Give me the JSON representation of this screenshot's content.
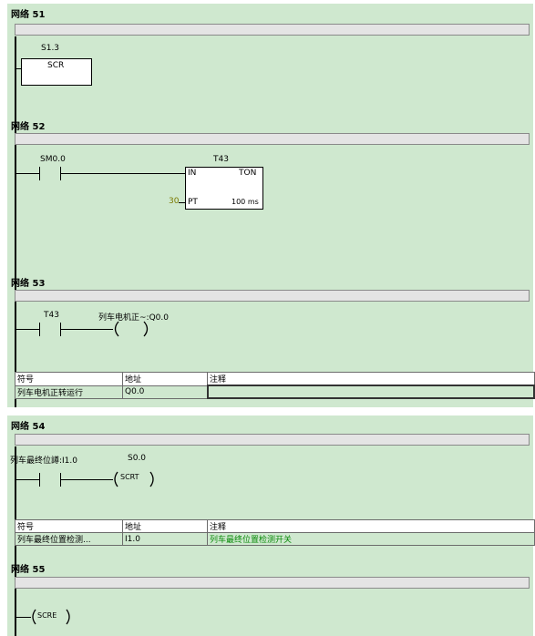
{
  "networks": [
    {
      "title": "网络 51",
      "elements": {
        "scr_addr": "S1.3",
        "scr_label": "SCR"
      }
    },
    {
      "title": "网络 52",
      "elements": {
        "contact": "SM0.0",
        "timer": "T43",
        "in_pin": "IN",
        "type": "TON",
        "pt_pin": "PT",
        "pt_value": "30",
        "res": "100 ms"
      }
    },
    {
      "title": "网络 53",
      "elements": {
        "contact": "T43",
        "coil": "列车电机正~:Q0.0"
      },
      "symbol_table": {
        "headers": [
          "符号",
          "地址",
          "注释"
        ],
        "rows": [
          {
            "symbol": "列车电机正转运行",
            "address": "Q0.0",
            "comment": ""
          }
        ]
      }
    },
    {
      "title": "网络 54",
      "elements": {
        "contact": "列车最终位譐:I1.0",
        "coil": "S0.0",
        "coil_label": "SCRT"
      },
      "symbol_table": {
        "headers": [
          "符号",
          "地址",
          "注释"
        ],
        "rows": [
          {
            "symbol": "列车最终位置检测...",
            "address": "I1.0",
            "comment": "列车最终位置检测开关"
          }
        ]
      }
    },
    {
      "title": "网络 55",
      "elements": {
        "coil_label": "SCRE"
      }
    }
  ],
  "colors": {
    "panel": "#cfe8cf",
    "comment_text": "#0a8a0a",
    "pt_value": "#7a7a00"
  }
}
